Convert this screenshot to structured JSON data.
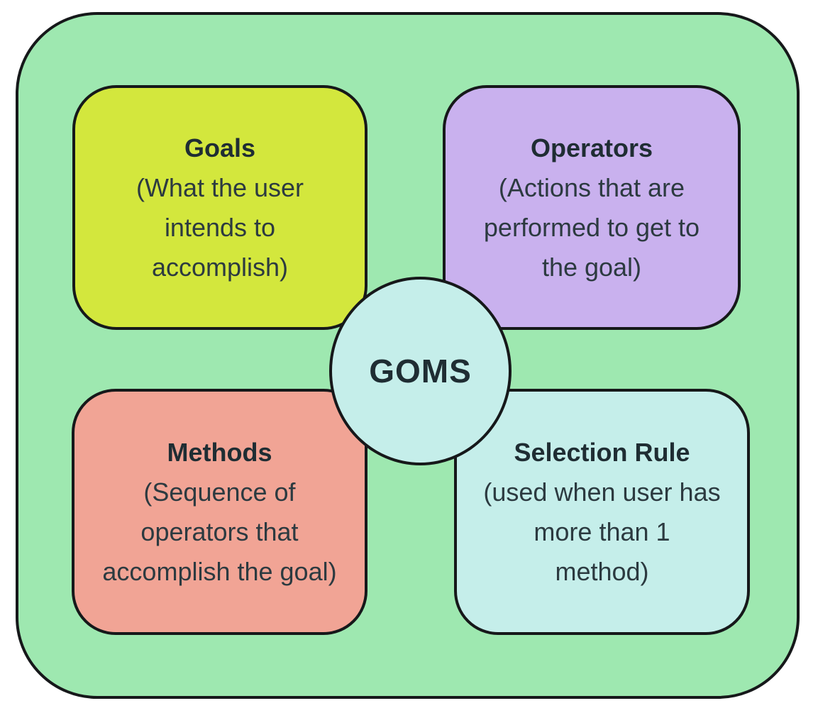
{
  "diagram": {
    "center_label": "GOMS",
    "quadrants": [
      {
        "title": "Goals",
        "description": "(What the user\nintends to\naccomplish)",
        "color": "#d3e73d"
      },
      {
        "title": "Operators",
        "description": "(Actions that are\nperformed to get to\nthe goal)",
        "color": "#c9b1ee"
      },
      {
        "title": "Methods",
        "description": "(Sequence of\noperators that\naccomplish the goal)",
        "color": "#f1a495"
      },
      {
        "title": "Selection Rule",
        "description": "(used when user has\nmore than 1\nmethod)",
        "color": "#c5eeea"
      }
    ],
    "background_color": "#9ee8b0",
    "center_color": "#c5eeea"
  }
}
